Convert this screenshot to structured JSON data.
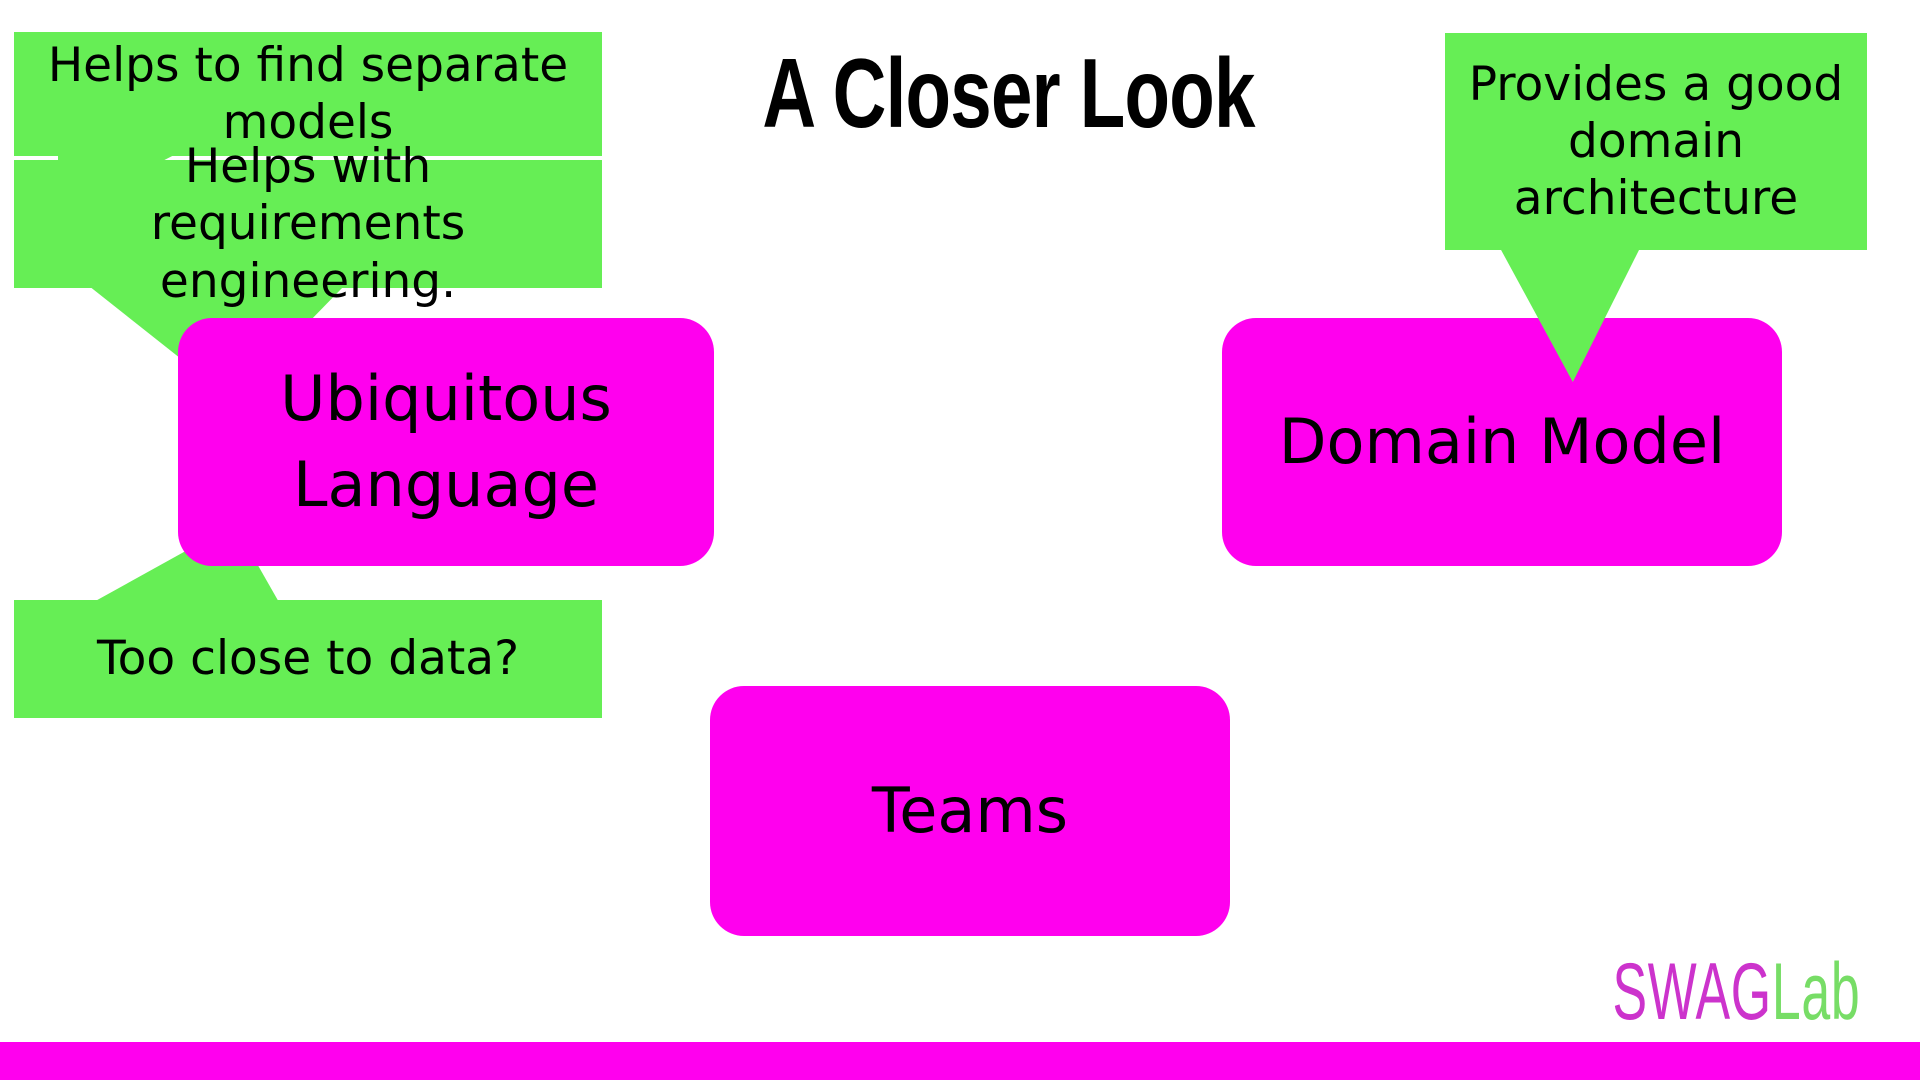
{
  "slide": {
    "title": "A Closer Look",
    "background_color": "#ffffff"
  },
  "theme": {
    "magenta": "#ff00ee",
    "green": "#66ee55",
    "text": "#000000",
    "logo_swag_color": "#cc33cc",
    "logo_lab_color": "#77dd66"
  },
  "concepts": [
    {
      "id": "ubiquitous-language",
      "label": "Ubiquitous Language"
    },
    {
      "id": "domain-model",
      "label": "Domain Model"
    },
    {
      "id": "teams",
      "label": "Teams"
    }
  ],
  "callouts": [
    {
      "id": "separate-models",
      "text": "Helps to find separate models",
      "target": "ubiquitous-language"
    },
    {
      "id": "requirements-engineering",
      "text": "Helps with requirements engineering.",
      "target": "ubiquitous-language"
    },
    {
      "id": "too-close-to-data",
      "text": "Too close to data?",
      "target": "ubiquitous-language"
    },
    {
      "id": "domain-architecture",
      "text": "Provides a good domain architecture",
      "target": "domain-model"
    }
  ],
  "logo": {
    "part1": "SWAG",
    "part2": "Lab"
  }
}
